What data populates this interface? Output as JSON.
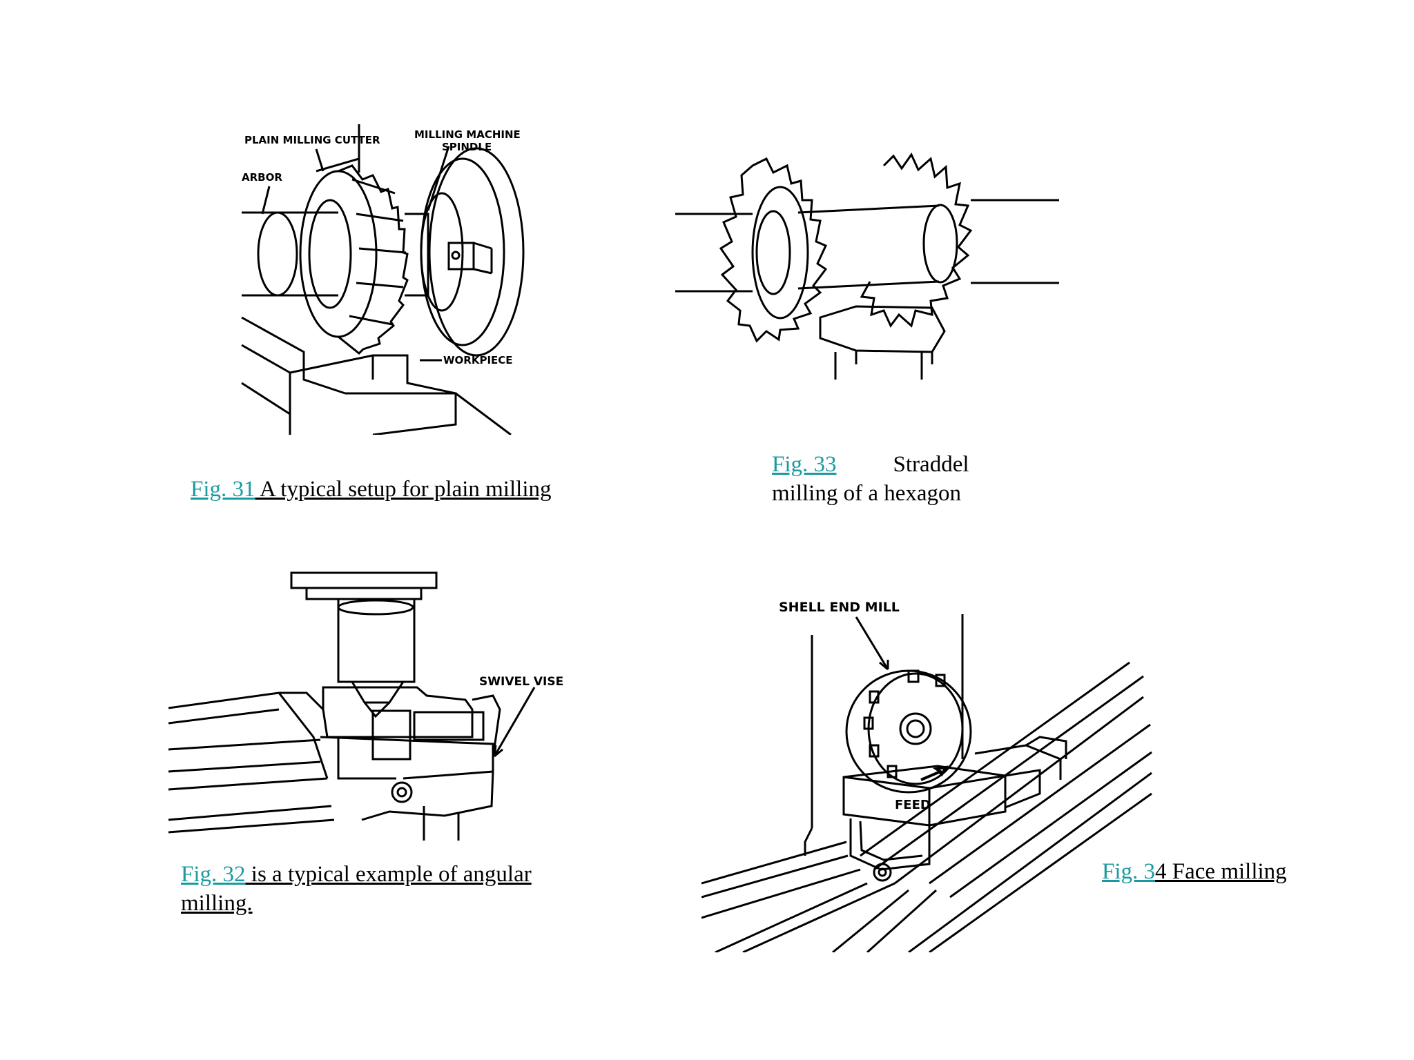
{
  "figures": [
    {
      "id": "fig31",
      "labels": {
        "cutter": "PLAIN MILLING CUTTER",
        "spindle_line1": "MILLING MACHINE",
        "spindle_line2": "SPINDLE",
        "arbor": "ARBOR",
        "workpiece": "WORKPIECE"
      },
      "caption": {
        "link": "Fig. 31",
        "text": " A typical setup for plain milling"
      }
    },
    {
      "id": "fig33",
      "labels": {},
      "caption": {
        "link": "Fig. 33",
        "text_line1": "Straddel",
        "text_line2": "milling of a hexagon"
      }
    },
    {
      "id": "fig32",
      "labels": {
        "vise": "SWIVEL VISE"
      },
      "caption": {
        "link": "Fig. 32",
        "text_line1": " is a typical example of angular",
        "text_line2": "milling."
      }
    },
    {
      "id": "fig34",
      "labels": {
        "mill": "SHELL END MILL",
        "feed": "FEED"
      },
      "caption": {
        "link": "Fig. 3",
        "text": "4 Face milling"
      }
    }
  ],
  "colors": {
    "link": "#1a9aa0",
    "ink": "#000000",
    "background": "#ffffff"
  }
}
